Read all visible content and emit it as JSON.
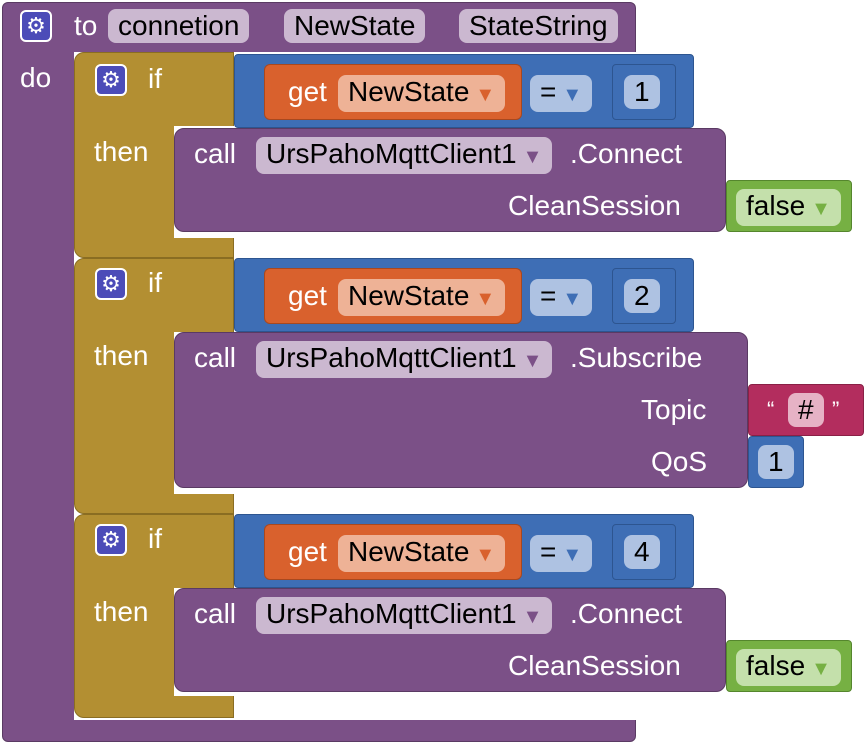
{
  "procedure": {
    "to_keyword": "to",
    "name": "connetion",
    "params": [
      "NewState",
      "StateString"
    ],
    "do_keyword": "do"
  },
  "blocks": [
    {
      "if_keyword": "if",
      "then_keyword": "then",
      "get_keyword": "get",
      "variable": "NewState",
      "operator": "=",
      "compare_value": "1",
      "call_keyword": "call",
      "component": "UrsPahoMqttClient1",
      "method": ".Connect",
      "args": [
        {
          "name": "CleanSession",
          "value": "false"
        }
      ]
    },
    {
      "if_keyword": "if",
      "then_keyword": "then",
      "get_keyword": "get",
      "variable": "NewState",
      "operator": "=",
      "compare_value": "2",
      "call_keyword": "call",
      "component": "UrsPahoMqttClient1",
      "method": ".Subscribe",
      "args": [
        {
          "name": "Topic",
          "open_quote": "“",
          "value": "#",
          "close_quote": "”"
        },
        {
          "name": "QoS",
          "value": "1"
        }
      ]
    },
    {
      "if_keyword": "if",
      "then_keyword": "then",
      "get_keyword": "get",
      "variable": "NewState",
      "operator": "=",
      "compare_value": "4",
      "call_keyword": "call",
      "component": "UrsPahoMqttClient1",
      "method": ".Connect",
      "args": [
        {
          "name": "CleanSession",
          "value": "false"
        }
      ]
    }
  ],
  "icons": {
    "mutator": "gear-icon",
    "dropdown": "dropdown-arrow-icon"
  },
  "colors": {
    "procedure": "#7b5087",
    "control": "#b38f32",
    "math": "#3e6eb5",
    "variable_get": "#d9612d",
    "logic": "#76b043",
    "text": "#b32d5e",
    "mutator": "#4c4cb8"
  }
}
